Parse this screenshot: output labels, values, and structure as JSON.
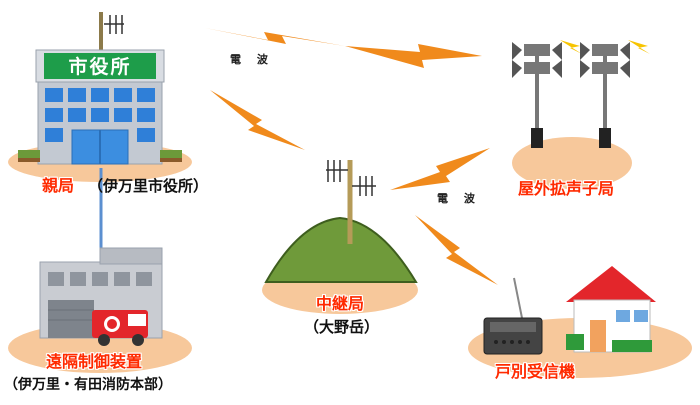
{
  "city_hall": {
    "sign_text": "市役所",
    "label_red": "親局",
    "label_black": "（伊万里市役所）"
  },
  "relay": {
    "label_red": "中継局",
    "label_black": "（大野岳）"
  },
  "remote_control": {
    "label_red": "遠隔制御装置",
    "label_black": "（伊万里・有田消防本部）"
  },
  "outdoor_speakers": {
    "label_red": "屋外拡声子局"
  },
  "home_receiver": {
    "label_red": "戸別受信機"
  },
  "radio_wave_labels": [
    "電 波",
    "電 波"
  ],
  "icons": [
    "antenna-icon",
    "city-hall-building-icon",
    "fire-station-icon",
    "fire-truck-icon",
    "mountain-icon",
    "loudspeaker-tower-icon",
    "house-icon",
    "radio-receiver-icon",
    "lightning-wave-icon"
  ],
  "colors": {
    "label_red": "#ff2a00",
    "ground_ellipse": "#f7c89b",
    "wave_orange": "#f08a1c",
    "mountain_green": "#6f9a3a",
    "connector_blue": "#5b8fd0"
  }
}
